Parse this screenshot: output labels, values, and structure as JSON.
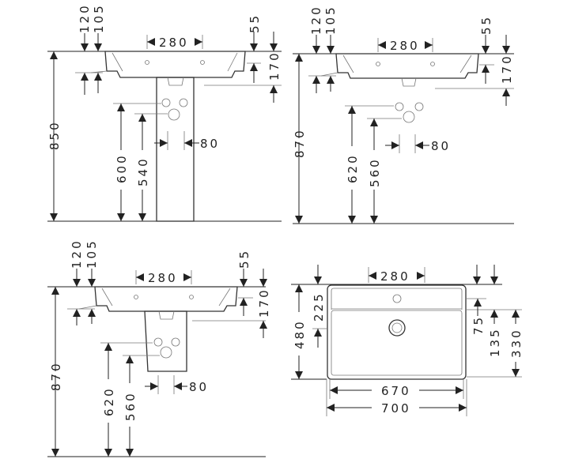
{
  "views": {
    "pedestal": {
      "d120": "120",
      "d105": "105",
      "d280": "280",
      "d55": "55",
      "d170": "170",
      "d850": "850",
      "d600": "600",
      "d540": "540",
      "d80": "80"
    },
    "wall_hung": {
      "d120": "120",
      "d105": "105",
      "d280": "280",
      "d55": "55",
      "d170": "170",
      "d870": "870",
      "d620": "620",
      "d560": "560",
      "d80": "80"
    },
    "semi_pedestal": {
      "d120": "120",
      "d105": "105",
      "d280": "280",
      "d55": "55",
      "d170": "170",
      "d870": "870",
      "d620": "620",
      "d560": "560",
      "d80": "80"
    },
    "top_view": {
      "d280": "280",
      "d480": "480",
      "d225": "225",
      "d75": "75",
      "d135": "135",
      "d330": "330",
      "d670": "670",
      "d700": "700"
    }
  }
}
